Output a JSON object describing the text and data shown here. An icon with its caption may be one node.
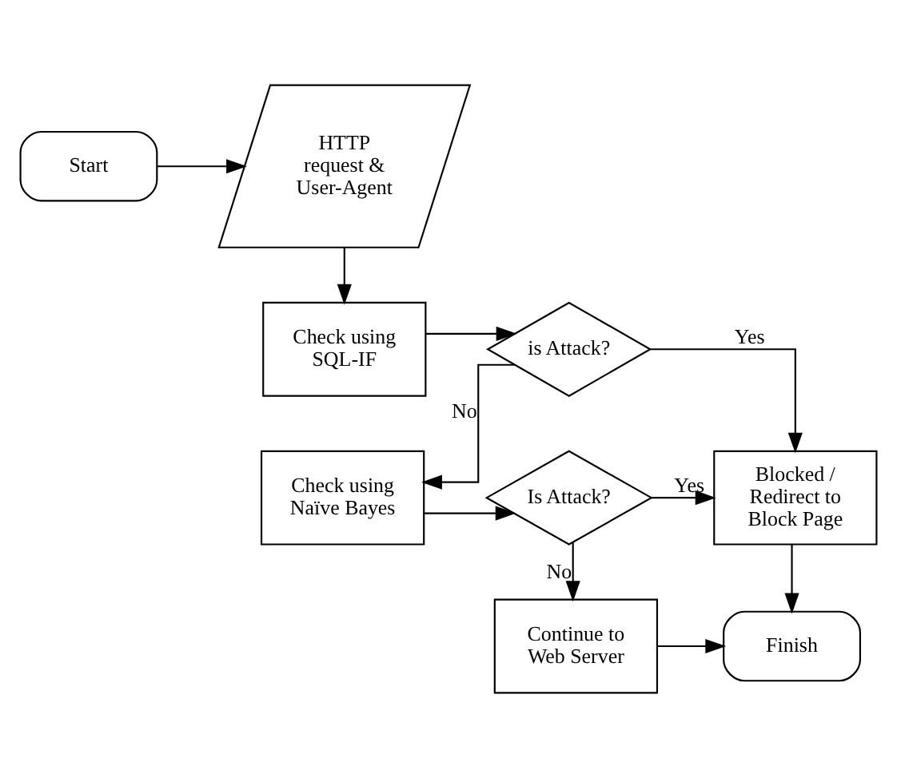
{
  "diagram": {
    "nodes": [
      {
        "text": [
          "Start"
        ]
      },
      {
        "text": [
          "HTTP request & User-Agent"
        ]
      },
      {
        "text": [
          "Check using SQL-IF"
        ]
      },
      {
        "text": [
          "is Attack?"
        ]
      },
      {
        "text": [
          "Check using Naïve Bayes"
        ]
      },
      {
        "text": [
          "Is Attack?"
        ]
      },
      {
        "text": [
          "Blocked / Redirect to Block Page"
        ]
      },
      {
        "text": [
          "Continue to Web Server"
        ]
      },
      {
        "text": [
          "Finish"
        ]
      }
    ],
    "edges": [
      {
        "from": 0,
        "to": 1,
        "arrow": "to"
      },
      {
        "from": 1,
        "to": 2,
        "arrow": "to"
      },
      {
        "from": 2,
        "to": 3,
        "arrow": "to"
      },
      {
        "from": 3,
        "to": 6,
        "arrow": "to",
        "label": "Yes"
      },
      {
        "from": 3,
        "to": 4,
        "arrow": "to",
        "label": "No"
      },
      {
        "from": 4,
        "to": 5,
        "arrow": "to"
      },
      {
        "from": 5,
        "to": 6,
        "arrow": "to",
        "label": "Yes"
      },
      {
        "from": 5,
        "to": 7,
        "arrow": "to",
        "label": "No"
      },
      {
        "from": 6,
        "to": 8,
        "arrow": "to"
      },
      {
        "from": 7,
        "to": 8,
        "arrow": "to"
      }
    ]
  }
}
